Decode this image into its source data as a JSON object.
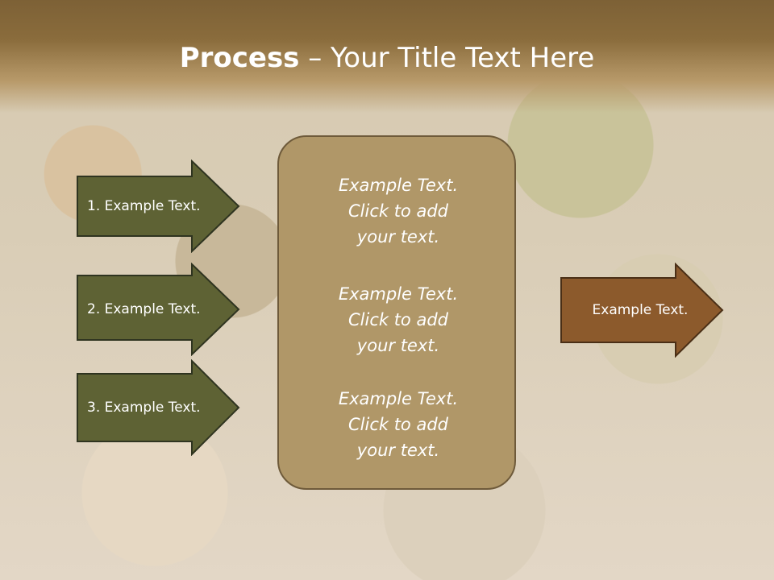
{
  "title": {
    "bold": "Process",
    "rest": " – Your Title Text Here"
  },
  "left_steps": [
    {
      "label": "1. Example Text."
    },
    {
      "label": "2. Example Text."
    },
    {
      "label": "3. Example Text."
    }
  ],
  "center_texts": [
    {
      "l1": "Example Text.",
      "l2": "Click  to add",
      "l3": "your text."
    },
    {
      "l1": "Example Text.",
      "l2": "Click  to add",
      "l3": "your text."
    },
    {
      "l1": "Example Text.",
      "l2": "Click  to add",
      "l3": "your text."
    }
  ],
  "right_step": {
    "label": "Example Text."
  },
  "colors": {
    "left_arrow_fill": "#5e6234",
    "center_box_fill": "#b09768",
    "right_arrow_fill": "#8c5a2c"
  }
}
